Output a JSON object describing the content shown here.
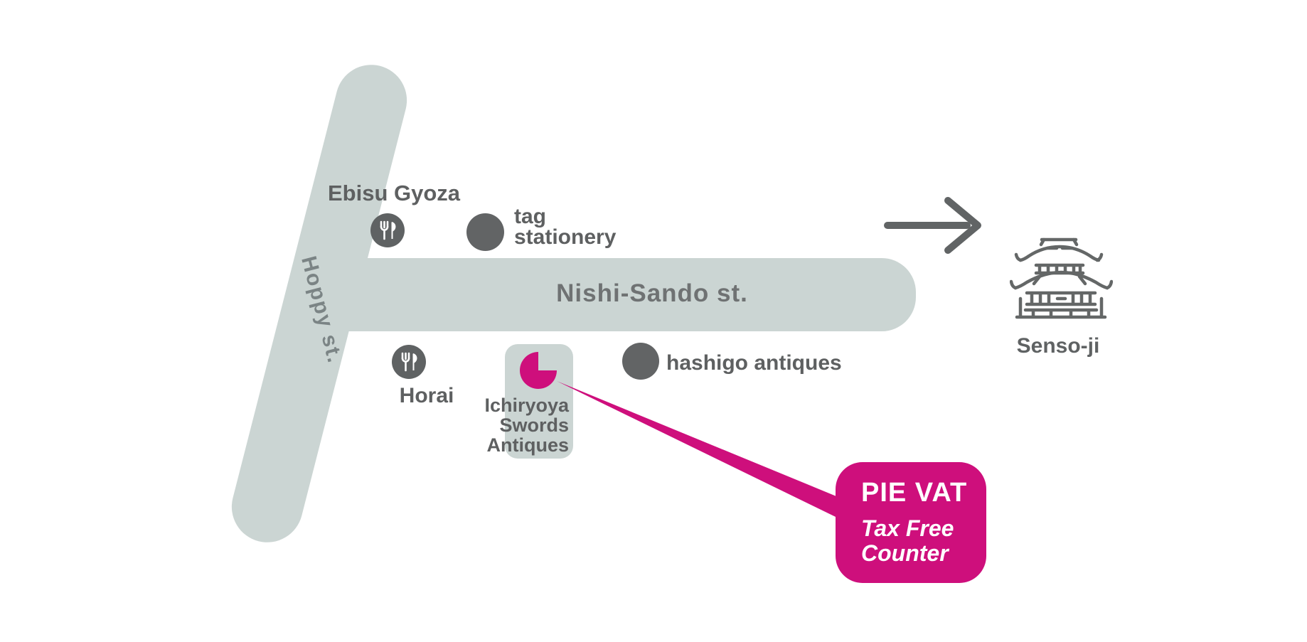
{
  "roads": {
    "hoppy": {
      "label": "Hoppy st."
    },
    "nishi_sando": {
      "label": "Nishi-Sando st."
    }
  },
  "pois": {
    "ebisu_gyoza": {
      "label": "Ebisu Gyoza",
      "icon": "restaurant-icon"
    },
    "tag_stationery": {
      "lines": [
        "tag",
        "stationery"
      ],
      "icon": "dot-marker"
    },
    "horai": {
      "label": "Horai",
      "icon": "restaurant-icon"
    },
    "ichiryoya": {
      "lines": [
        "Ichiryoya",
        "Swords",
        "Antiques"
      ],
      "icon": "pie-marker"
    },
    "hashigo": {
      "label": "hashigo antiques",
      "icon": "dot-marker"
    },
    "sensoji": {
      "label": "Senso-ji",
      "icon": "temple-icon"
    }
  },
  "callout": {
    "title": "PIE VAT",
    "lines": [
      "Tax Free",
      "Counter"
    ]
  },
  "direction_arrow": {
    "points_to": "Senso-ji"
  },
  "colors": {
    "road": "#cbd5d3",
    "marker_gray": "#5f6263",
    "label_gray": "#5e6061",
    "street_label_gray": "#6f7273",
    "hoppy_label_gray": "#7b8485",
    "magenta": "#ce0f7c",
    "white": "#ffffff"
  }
}
